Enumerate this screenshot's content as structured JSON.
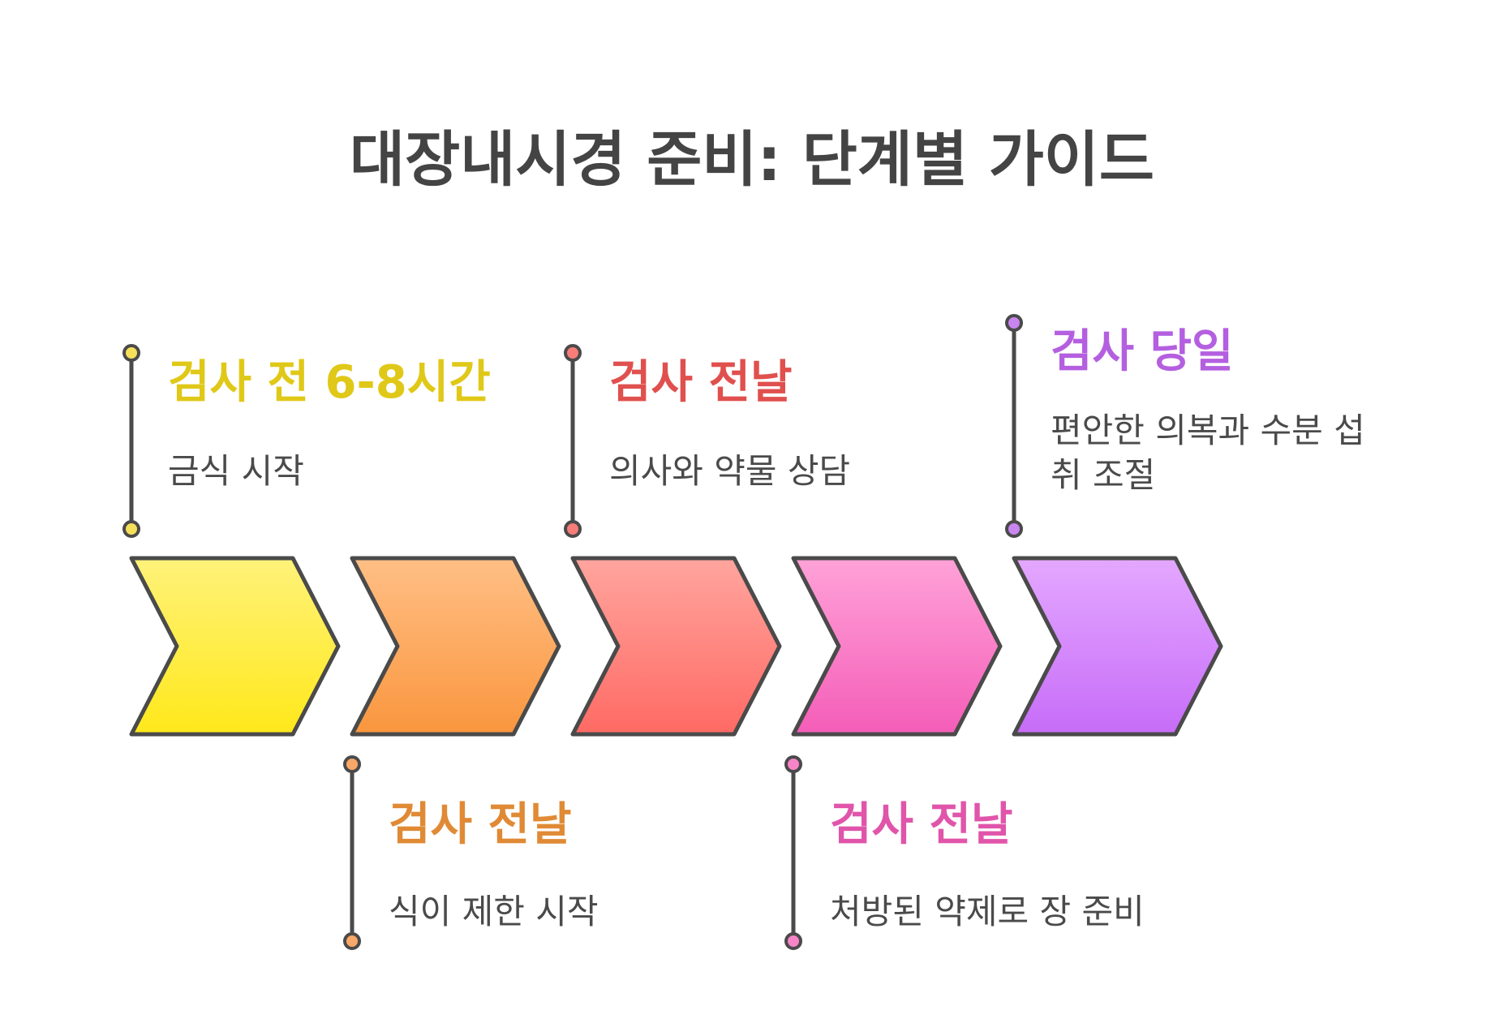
{
  "title": "대장내시경 준비: 단계별 가이드",
  "steps": [
    {
      "heading": "검사 전 6-8시간",
      "description": [
        "금식 시작"
      ],
      "color": "#E0C818",
      "dot_color": "#F5E05A",
      "gradient": [
        "#FFF27A",
        "#FFE81A"
      ],
      "position": "top"
    },
    {
      "heading": "검사 전날",
      "description": [
        "식이 제한 시작"
      ],
      "color": "#E08A35",
      "dot_color": "#F8A868",
      "gradient": [
        "#FFBF85",
        "#FA963E"
      ],
      "position": "bottom"
    },
    {
      "heading": "검사 전날",
      "description": [
        "의사와 약물 상담"
      ],
      "color": "#E0504E",
      "dot_color": "#F87C78",
      "gradient": [
        "#FFA59E",
        "#FF6A64"
      ],
      "position": "top"
    },
    {
      "heading": "검사 전날",
      "description": [
        "처방된 약제로 장 준비"
      ],
      "color": "#E055AA",
      "dot_color": "#F784C8",
      "gradient": [
        "#FFA2D8",
        "#F45DB8"
      ],
      "position": "bottom"
    },
    {
      "heading": "검사 당일",
      "description": [
        "편안한 의복과 수분 섭",
        "취 조절"
      ],
      "color": "#B45FE0",
      "dot_color": "#C985F0",
      "gradient": [
        "#E4A8FF",
        "#C76CF8"
      ],
      "position": "top"
    }
  ],
  "stroke_color": "#4a4a4a"
}
